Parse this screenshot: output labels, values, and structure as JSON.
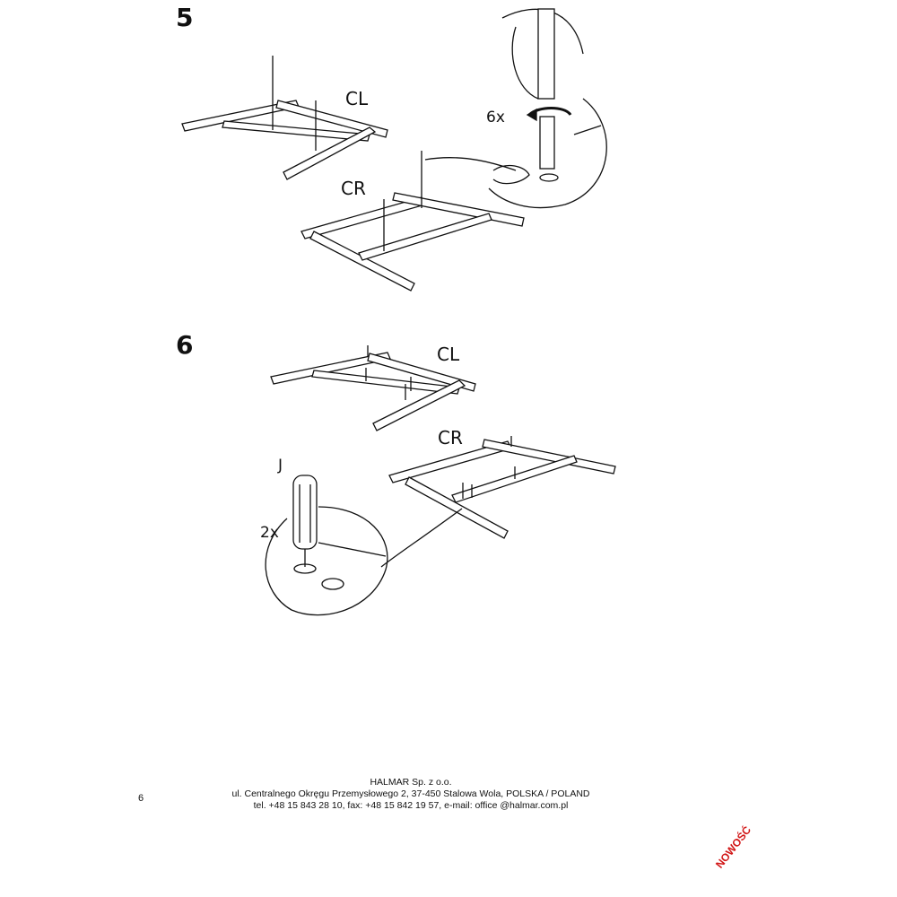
{
  "steps": [
    {
      "number": "5",
      "labels": {
        "left_part": "CL",
        "right_part": "CR",
        "quantity": "6x"
      }
    },
    {
      "number": "6",
      "labels": {
        "left_part": "CL",
        "right_part": "CR",
        "tool": "J",
        "quantity": "2x"
      }
    }
  ],
  "footer": {
    "page_number": "6",
    "company": "HALMAR Sp. z o.o.",
    "address": "ul. Centralnego Okręgu Przemysłowego 2, 37-450 Stalowa Wola, POLSKA / POLAND",
    "contact": "tel. +48 15 843 28 10, fax: +48 15 842 19 57, e-mail: office @halmar.com.pl"
  },
  "stamp": {
    "text": "NOWOŚĆ",
    "color": "#d21818"
  }
}
